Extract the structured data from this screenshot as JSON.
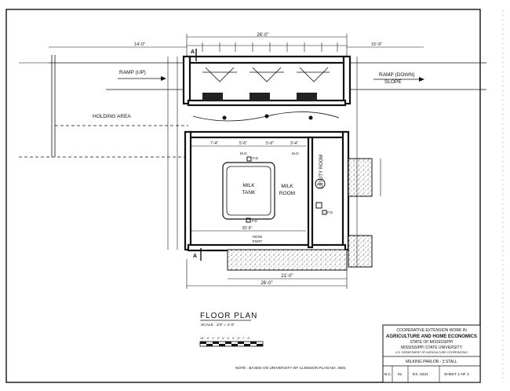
{
  "plan": {
    "labels": {
      "ramp_up": "RAMP (UP)",
      "ramp_down": "RAMP (DOWN)",
      "slope": "SLOPE",
      "holding_area": "HOLDING AREA",
      "milk_tank_1": "MILK",
      "milk_tank_2": "TANK",
      "milk_room_1": "MILK",
      "milk_room_2": "ROOM",
      "utility_room": "UTILITY ROOM",
      "hose_port_1": "HOSE",
      "hose_port_2": "PORT",
      "wh": "W.H.",
      "section_a_top": "A",
      "section_a_bottom": "A",
      "fd_1": "F.D.",
      "fd_2": "F.D.",
      "fd_3": "F.D."
    },
    "dimensions": {
      "top_overall": "26'-0\"",
      "top_left": "14'-0\"",
      "top_right": "15'-9\"",
      "bottom_inner": "21'-0\"",
      "bottom_overall": "26'-0\"",
      "room_width": "20'-9\"",
      "sec_a": "7'-4\"",
      "sec_b": "5'-6\"",
      "sec_c": "5'-6\"",
      "sec_d": "3'-4\"",
      "mo": "M.O."
    },
    "floor_plan_title": "FLOOR PLAN",
    "scale": "SCALE : 1/4\" = 1'-0\"",
    "scale_bar_labels": "10' 0' 1' 2' 3' 4' 5' 6' 7' 8'",
    "note": "NOTE : BASED ON UNIVERSITY OF CLEMSON PLAN NO. 4601"
  },
  "title_block": {
    "line1": "COOPERATIVE EXTENSION WORK IN",
    "line2": "AGRICULTURE AND HOME ECONOMICS",
    "line3": "STATE OF MISSISSIPPI",
    "line4": "MISSISSIPPI STATE UNIVERSITY",
    "line5": "U.S. DEPARTMENT OF AGRICULTURE COOPERATING",
    "drawing_title": "MILKING PARLOR - 3 STALL",
    "code": "B.C.",
    "code_no": "81",
    "ex": "EX. 6331",
    "sheet": "SHEET 1 OF 2"
  }
}
